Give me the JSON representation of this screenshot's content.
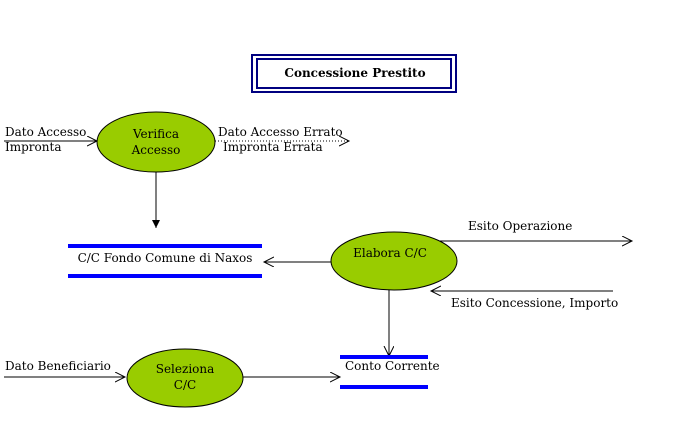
{
  "title": "Concessione Prestito",
  "processes": {
    "verifica": {
      "line1": "Verifica",
      "line2": "Accesso"
    },
    "elabora": {
      "line1": "Elabora C/C"
    },
    "seleziona": {
      "line1": "Seleziona",
      "line2": "C/C"
    }
  },
  "stores": {
    "fondo": "C/C Fondo Comune di Naxos",
    "conto": "Conto Corrente"
  },
  "flows": {
    "dato_accesso": {
      "line1": "Dato Accesso",
      "line2": "Impronta"
    },
    "errato": {
      "line1": "Dato Accesso Errato",
      "line2": "Impronta Errata"
    },
    "esito_operazione": "Esito Operazione",
    "esito_concessione": "Esito Concessione, Importo",
    "dato_beneficiario": "Dato Beneficiario"
  },
  "colors": {
    "process_fill": "#99cc00",
    "store_bar": "#0000ff",
    "title_border": "#000080"
  }
}
